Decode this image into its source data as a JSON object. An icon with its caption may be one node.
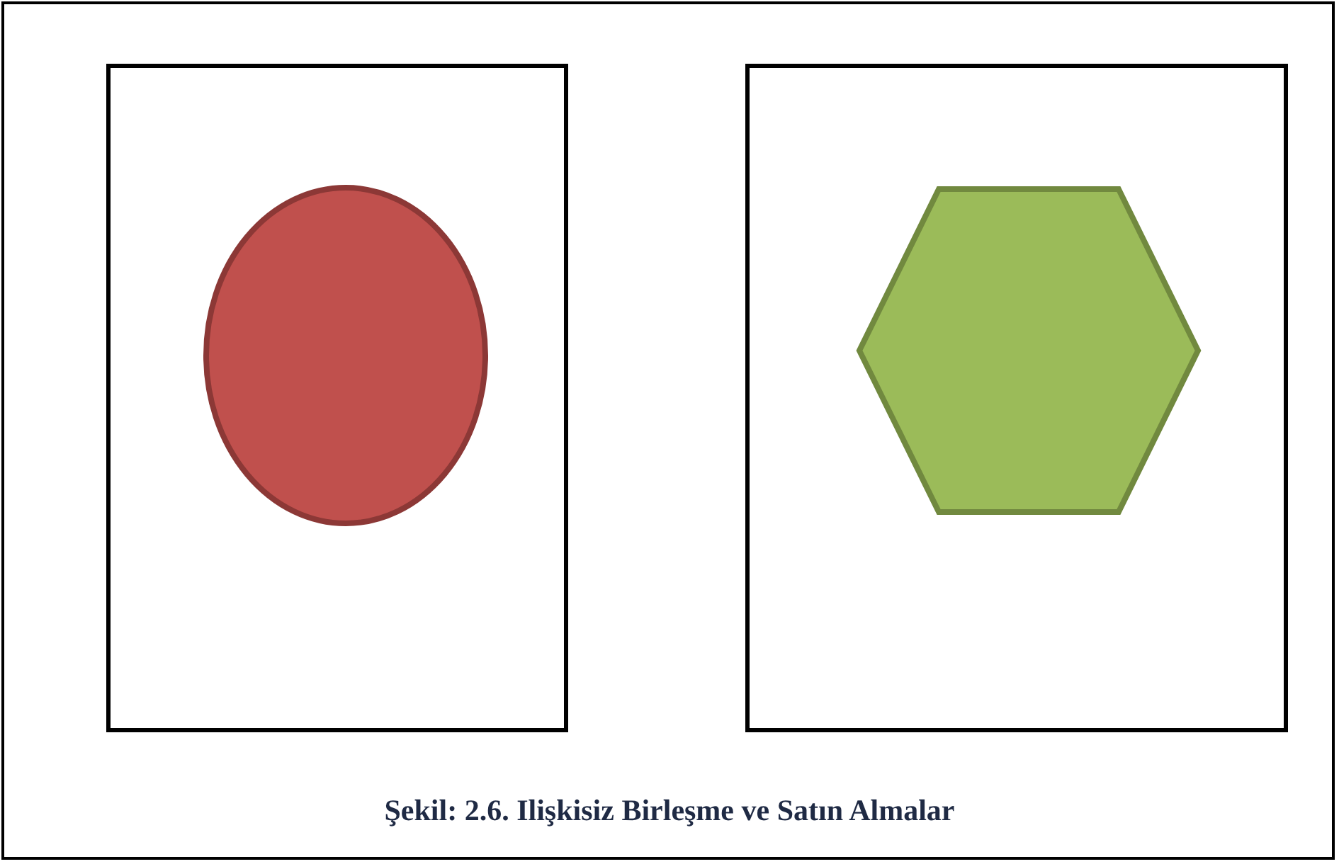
{
  "diagram": {
    "caption": "Şekil: 2.6. Ilişkisiz Birleşme ve Satın Almalar",
    "nodes": [
      {
        "text": [],
        "shape": "box"
      },
      {
        "text": [],
        "shape": "ellipse",
        "in": 0
      },
      {
        "text": [],
        "shape": "box"
      },
      {
        "text": [],
        "shape": "hexagon",
        "in": 2
      }
    ]
  }
}
